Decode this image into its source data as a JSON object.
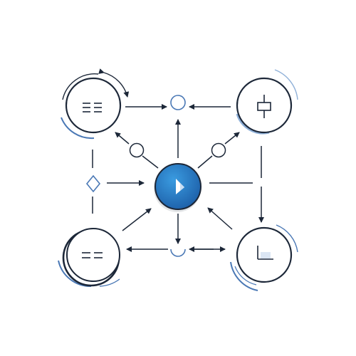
{
  "diagram": {
    "colors": {
      "stroke_dark": "#1c2738",
      "accent_blue": "#4a78b5",
      "accent_blue_light": "#8fb0d8",
      "hub_fill_top": "#3a9be0",
      "hub_fill_bottom": "#1d5fa8",
      "background": "#ffffff"
    },
    "nodes": [
      {
        "id": "top-left",
        "icon": "list-icon"
      },
      {
        "id": "top-right",
        "icon": "vertical-connector-icon"
      },
      {
        "id": "bottom-left",
        "icon": "list-icon"
      },
      {
        "id": "bottom-right",
        "icon": "bar-chart-icon"
      },
      {
        "id": "center-hub",
        "icon": "play-icon"
      }
    ],
    "connectors": [
      {
        "id": "top-junction",
        "shape": "circle"
      },
      {
        "id": "bottom-junction",
        "shape": "circle"
      },
      {
        "id": "left-junction",
        "shape": "diamond"
      },
      {
        "id": "upper-left-junction",
        "shape": "circle"
      },
      {
        "id": "upper-right-junction",
        "shape": "circle"
      }
    ]
  }
}
